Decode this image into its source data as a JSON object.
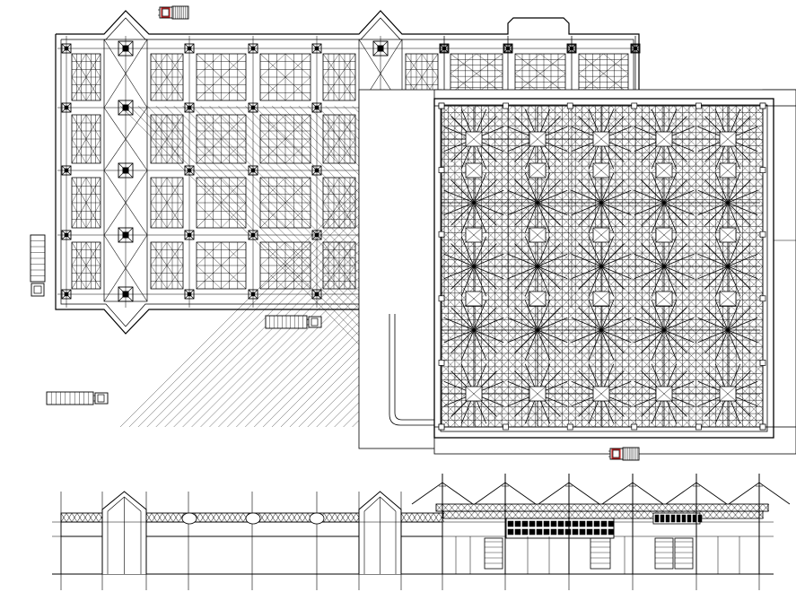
{
  "drawing": {
    "kind": "architectural-plan-and-elevation",
    "line_color": "#000000",
    "accent_color": "#cc0000",
    "background_color": "#ffffff"
  },
  "plan": {
    "left_block": {
      "grid_cols": 10,
      "grid_rows": 4,
      "diagonal_bays": 2
    },
    "right_block": {
      "pyramid_cols": 5,
      "pyramid_rows": 5,
      "skylight_count": 30
    }
  },
  "vehicles": [
    {
      "name": "truck-top-left",
      "orientation": "horizontal"
    },
    {
      "name": "truck-left-vertical",
      "orientation": "vertical"
    },
    {
      "name": "truck-center",
      "orientation": "horizontal"
    },
    {
      "name": "truck-bottom-left",
      "orientation": "horizontal"
    },
    {
      "name": "truck-bottom-right",
      "orientation": "horizontal"
    }
  ],
  "elevation": {
    "peaks": 6,
    "gables": 2
  }
}
